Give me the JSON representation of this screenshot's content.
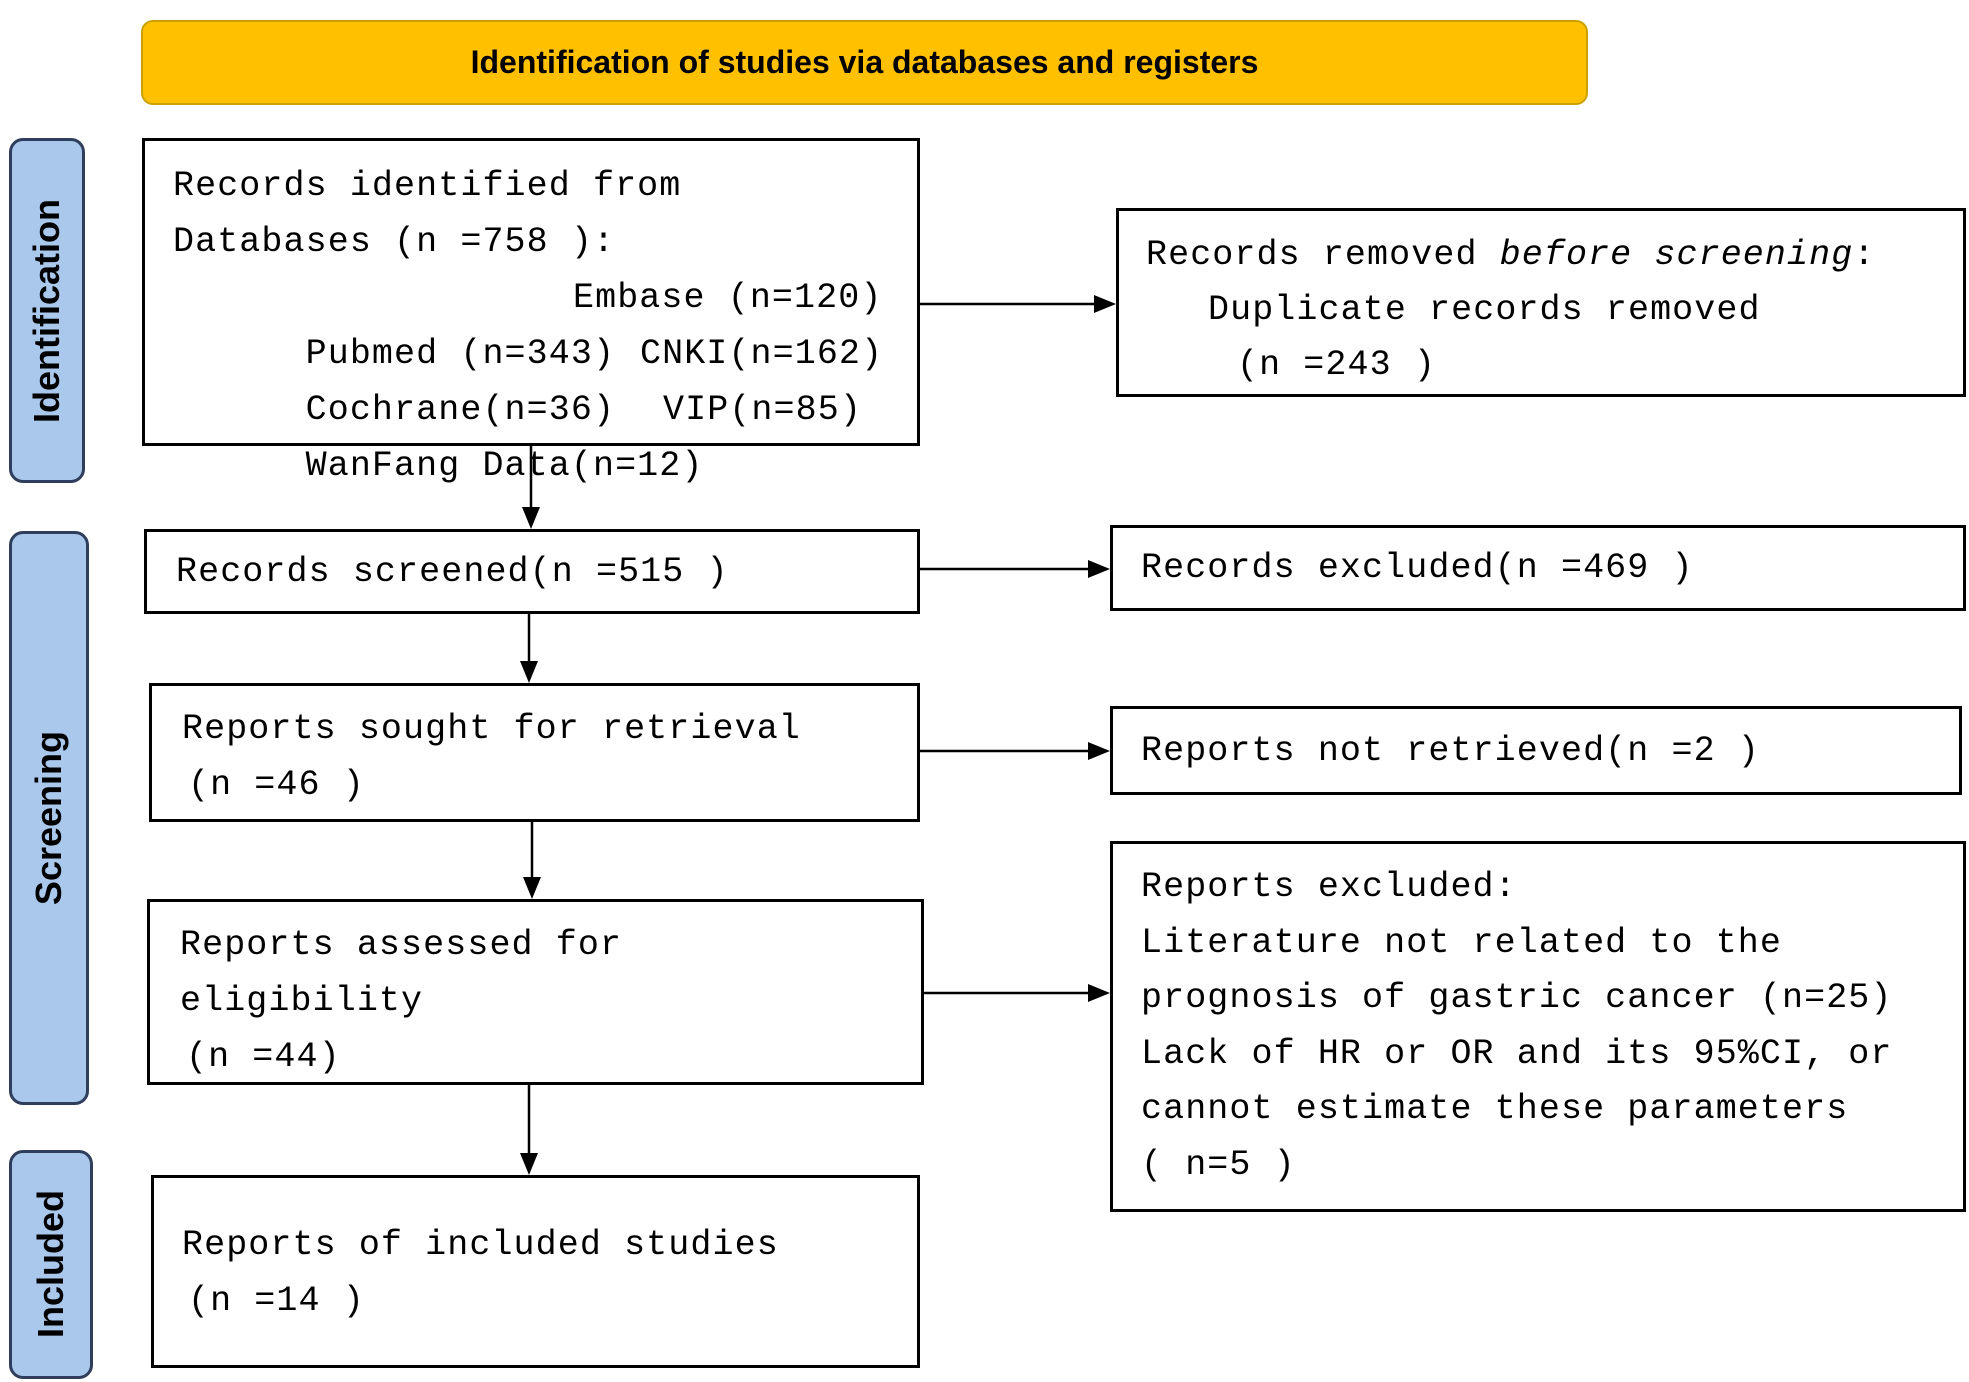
{
  "header": {
    "title": "Identification of studies via databases and registers"
  },
  "phases": {
    "identification": "Identification",
    "screening": "Screening",
    "included": "Included"
  },
  "records_identified": {
    "lines": [
      "Records identified from",
      "Databases (n =758 ):"
    ],
    "sources": [
      {
        "left": "Pubmed (n=343)",
        "right": "Embase (n=120)"
      },
      {
        "left": "Cochrane(n=36)",
        "right": "CNKI(n=162)"
      },
      {
        "left": "WanFang Data(n=12)",
        "right": "VIP(n=85)"
      }
    ]
  },
  "records_removed": {
    "label_prefix": "Records removed ",
    "label_emphasis": "before screening",
    "label_suffix": ":",
    "detail": "Duplicate records removed",
    "count": "(n =243 )"
  },
  "records_screened": {
    "text": "Records screened(n =515 )"
  },
  "records_excluded": {
    "text": "Records excluded(n =469 )"
  },
  "reports_sought": {
    "lines": [
      "Reports sought for retrieval",
      "(n =46 )"
    ]
  },
  "reports_not_retrieved": {
    "text": "Reports not retrieved(n =2 )"
  },
  "reports_assessed": {
    "lines": [
      "Reports assessed for",
      "eligibility",
      "(n =44)"
    ]
  },
  "reports_excluded": {
    "lines": [
      "Reports excluded:",
      "Literature not related to the",
      "prognosis of gastric cancer (n=25)",
      "Lack of HR or OR and its 95%CI, or",
      "cannot estimate these parameters",
      "( n=5 )"
    ]
  },
  "reports_included": {
    "lines": [
      "Reports of included studies",
      "(n =14 )"
    ]
  },
  "colors": {
    "header_fill": "#FFC000",
    "header_border": "#C9A100",
    "phase_fill": "#A9C8EC",
    "phase_border": "#2F3E5C",
    "box_border": "#000000"
  }
}
